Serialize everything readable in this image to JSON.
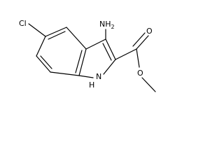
{
  "diagram": {
    "atoms": {
      "amino": "NH",
      "amino_sub": "2",
      "chloro": "Cl",
      "ring_nh": "N",
      "ring_h": "H",
      "carbonyl_o": "O",
      "ester_o": "O"
    },
    "colors": {
      "bond": "#000000",
      "label": "#000000",
      "background": "#ffffff"
    }
  }
}
